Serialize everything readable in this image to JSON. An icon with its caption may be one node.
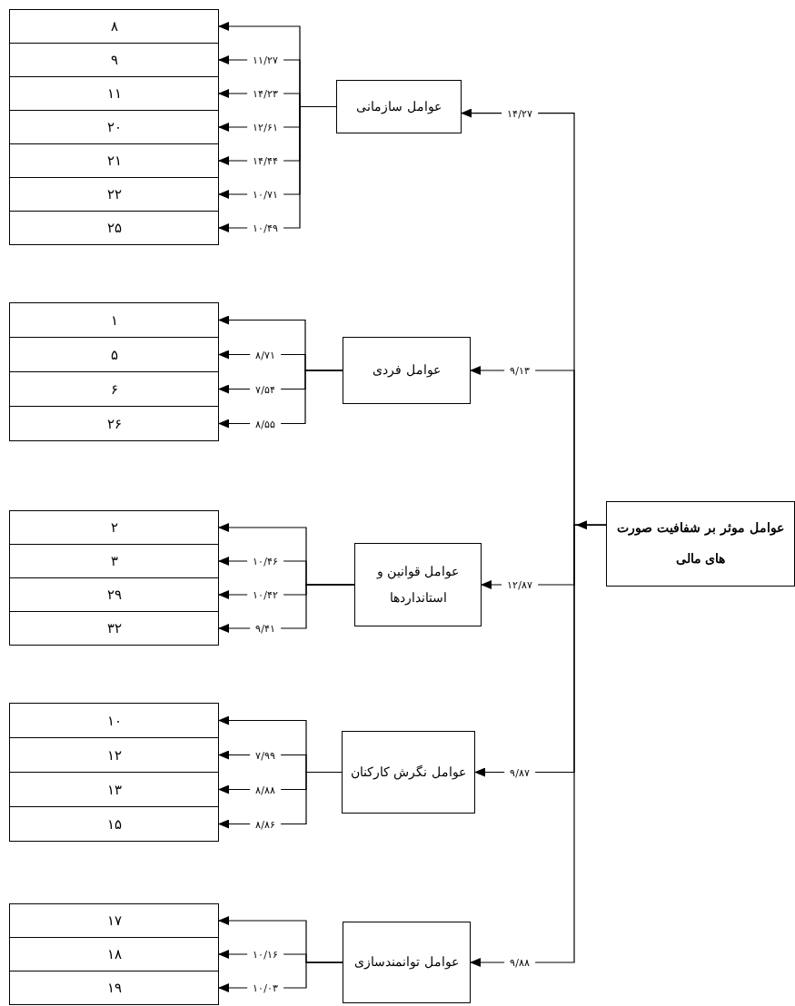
{
  "diagram": {
    "nodes": [
      {
        "text": [
          "عوامل موثر بر شفافیت صورت های مالی"
        ]
      },
      {
        "text": [
          "عوامل سازمانی"
        ]
      },
      {
        "text": [
          "۸"
        ]
      },
      {
        "text": [
          "۹"
        ]
      },
      {
        "text": [
          "۱۱"
        ]
      },
      {
        "text": [
          "۲۰"
        ]
      },
      {
        "text": [
          "۲۱"
        ]
      },
      {
        "text": [
          "۲۲"
        ]
      },
      {
        "text": [
          "۲۵"
        ]
      },
      {
        "text": [
          "عوامل فردی"
        ]
      },
      {
        "text": [
          "۱"
        ]
      },
      {
        "text": [
          "۵"
        ]
      },
      {
        "text": [
          "۶"
        ]
      },
      {
        "text": [
          "۲۶"
        ]
      },
      {
        "text": [
          "عوامل قوانین و استانداردها"
        ]
      },
      {
        "text": [
          "۲"
        ]
      },
      {
        "text": [
          "۳"
        ]
      },
      {
        "text": [
          "۲۹"
        ]
      },
      {
        "text": [
          "۳۲"
        ]
      },
      {
        "text": [
          "عوامل نگرش کارکنان"
        ]
      },
      {
        "text": [
          "۱۰"
        ]
      },
      {
        "text": [
          "۱۲"
        ]
      },
      {
        "text": [
          "۱۳"
        ]
      },
      {
        "text": [
          "۱۵"
        ]
      },
      {
        "text": [
          "عوامل توانمندسازی"
        ]
      },
      {
        "text": [
          "۱۷"
        ]
      },
      {
        "text": [
          "۱۸"
        ]
      },
      {
        "text": [
          "۱۹"
        ]
      }
    ],
    "edges": [
      {
        "from": 0,
        "to": 1,
        "arrow": "to",
        "label": "۱۴/۲۷"
      },
      {
        "from": 0,
        "to": 9,
        "arrow": "to",
        "label": "۹/۱۳"
      },
      {
        "from": 0,
        "to": 14,
        "arrow": "to",
        "label": "۱۲/۸۷"
      },
      {
        "from": 0,
        "to": 19,
        "arrow": "to",
        "label": "۹/۸۷"
      },
      {
        "from": 0,
        "to": 24,
        "arrow": "to",
        "label": "۹/۸۸"
      },
      {
        "from": 1,
        "to": 2,
        "arrow": "to"
      },
      {
        "from": 1,
        "to": 3,
        "arrow": "to",
        "label": "۱۱/۲۷"
      },
      {
        "from": 1,
        "to": 4,
        "arrow": "to",
        "label": "۱۴/۲۳"
      },
      {
        "from": 1,
        "to": 5,
        "arrow": "to",
        "label": "۱۲/۶۱"
      },
      {
        "from": 1,
        "to": 6,
        "arrow": "to",
        "label": "۱۴/۴۴"
      },
      {
        "from": 1,
        "to": 7,
        "arrow": "to",
        "label": "۱۰/۷۱"
      },
      {
        "from": 1,
        "to": 8,
        "arrow": "to",
        "label": "۱۰/۴۹"
      },
      {
        "from": 9,
        "to": 10,
        "arrow": "to"
      },
      {
        "from": 9,
        "to": 11,
        "arrow": "to",
        "label": "۸/۷۱"
      },
      {
        "from": 9,
        "to": 12,
        "arrow": "to",
        "label": "۷/۵۴"
      },
      {
        "from": 9,
        "to": 13,
        "arrow": "to",
        "label": "۸/۵۵"
      },
      {
        "from": 14,
        "to": 15,
        "arrow": "to"
      },
      {
        "from": 14,
        "to": 16,
        "arrow": "to",
        "label": "۱۰/۴۶"
      },
      {
        "from": 14,
        "to": 17,
        "arrow": "to",
        "label": "۱۰/۴۲"
      },
      {
        "from": 14,
        "to": 18,
        "arrow": "to",
        "label": "۹/۴۱"
      },
      {
        "from": 19,
        "to": 20,
        "arrow": "to"
      },
      {
        "from": 19,
        "to": 21,
        "arrow": "to",
        "label": "۷/۹۹"
      },
      {
        "from": 19,
        "to": 22,
        "arrow": "to",
        "label": "۸/۸۸"
      },
      {
        "from": 19,
        "to": 23,
        "arrow": "to",
        "label": "۸/۸۶"
      },
      {
        "from": 24,
        "to": 25,
        "arrow": "to"
      },
      {
        "from": 24,
        "to": 26,
        "arrow": "to",
        "label": "۱۰/۱۶"
      },
      {
        "from": 24,
        "to": 27,
        "arrow": "to",
        "label": "۱۰/۰۳"
      }
    ]
  }
}
